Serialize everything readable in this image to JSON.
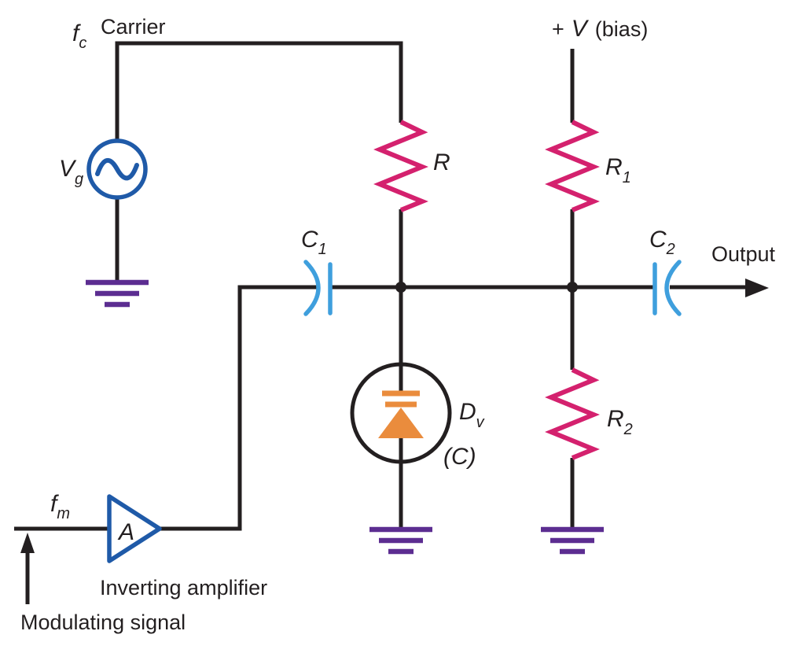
{
  "colors": {
    "wire": "#231f20",
    "text": "#231f20",
    "resistor": "#d4216e",
    "capacitor": "#3f9fdd",
    "source_blue": "#1f5aa8",
    "ground": "#5c2d91",
    "varactor": "#ea8c3d",
    "background": "#ffffff"
  },
  "labels": {
    "carrier_freq": {
      "base": "f",
      "sub": "c"
    },
    "carrier": "Carrier",
    "generator": {
      "base": "V",
      "sub": "g"
    },
    "bias": {
      "plus": "+",
      "v": "V",
      "paren": "(bias)"
    },
    "resistor_r": "R",
    "resistor_r1": {
      "base": "R",
      "sub": "1"
    },
    "resistor_r2": {
      "base": "R",
      "sub": "2"
    },
    "cap_c1": {
      "base": "C",
      "sub": "1"
    },
    "cap_c2": {
      "base": "C",
      "sub": "2"
    },
    "output": "Output",
    "varactor": {
      "base": "D",
      "sub": "v",
      "cap": "(C)"
    },
    "mod_freq": {
      "base": "f",
      "sub": "m"
    },
    "amp_gain": "A",
    "amp_caption": "Inverting amplifier",
    "mod_caption": "Modulating signal"
  }
}
